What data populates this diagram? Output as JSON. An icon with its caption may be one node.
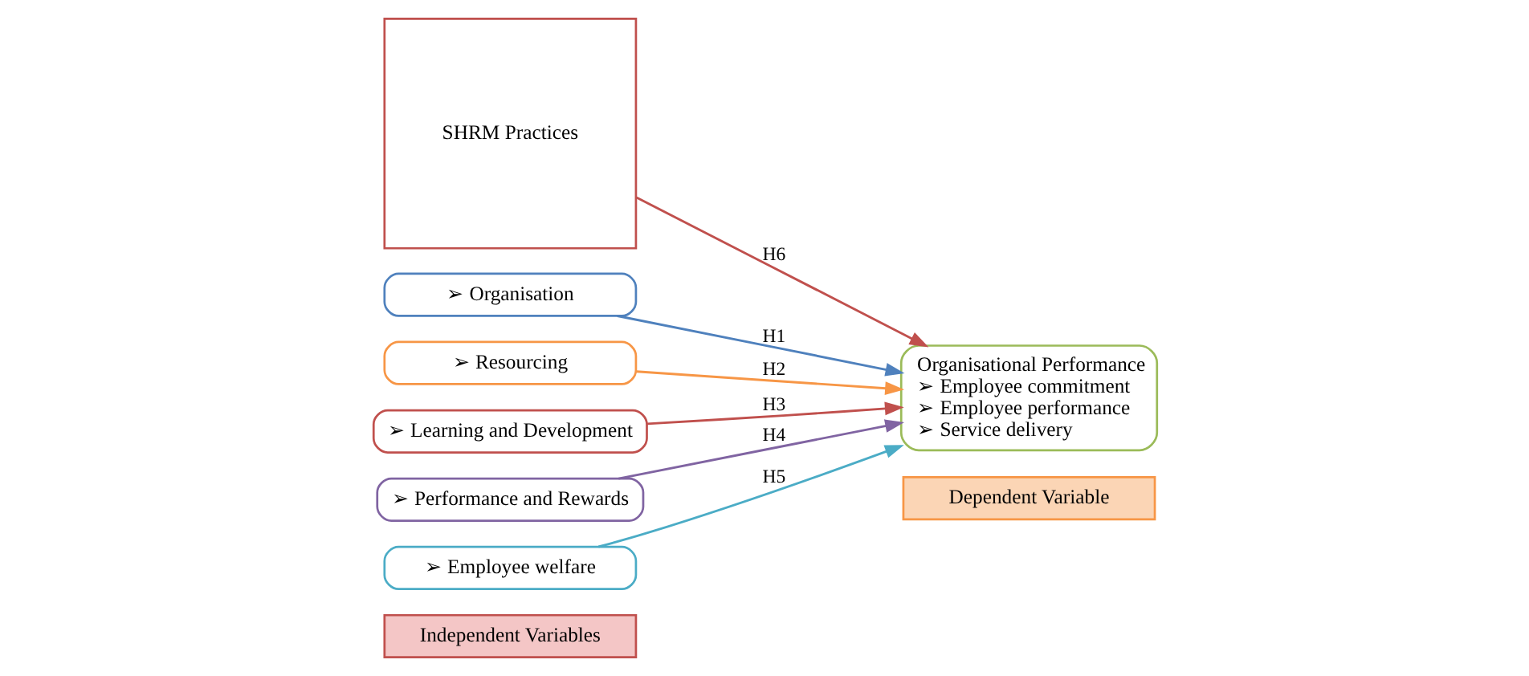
{
  "diagram": {
    "nodes": [
      {
        "text": [
          "Independent Variables"
        ]
      },
      {
        "text": [
          "Dependent Variable"
        ]
      },
      {
        "text": [
          "SHRM Practices"
        ]
      },
      {
        "text": [
          "➢ Organisation"
        ]
      },
      {
        "text": [
          "➢ Resourcing"
        ]
      },
      {
        "text": [
          "➢ Learning and Development"
        ]
      },
      {
        "text": [
          "➢ Performance and Rewards"
        ]
      },
      {
        "text": [
          "➢ Employee welfare"
        ]
      },
      {
        "text": [
          "Organisational Performance",
          "➢ Employee commitment",
          "➢ Employee performance",
          "➢ Service delivery"
        ]
      }
    ],
    "edges": [
      {
        "from": 3,
        "to": 8,
        "arrow": "to",
        "label": "H1",
        "color": "#4f81bd"
      },
      {
        "from": 4,
        "to": 8,
        "arrow": "to",
        "label": "H2",
        "color": "#f79646"
      },
      {
        "from": 5,
        "to": 8,
        "arrow": "to",
        "label": "H3",
        "color": "#c0504d"
      },
      {
        "from": 6,
        "to": 8,
        "arrow": "to",
        "label": "H4",
        "color": "#8064a2"
      },
      {
        "from": 7,
        "to": 8,
        "arrow": "to",
        "label": "H5",
        "color": "#4bacc6"
      },
      {
        "from": 2,
        "to": 8,
        "arrow": "to",
        "label": "H6",
        "color": "#c0504d"
      }
    ]
  }
}
